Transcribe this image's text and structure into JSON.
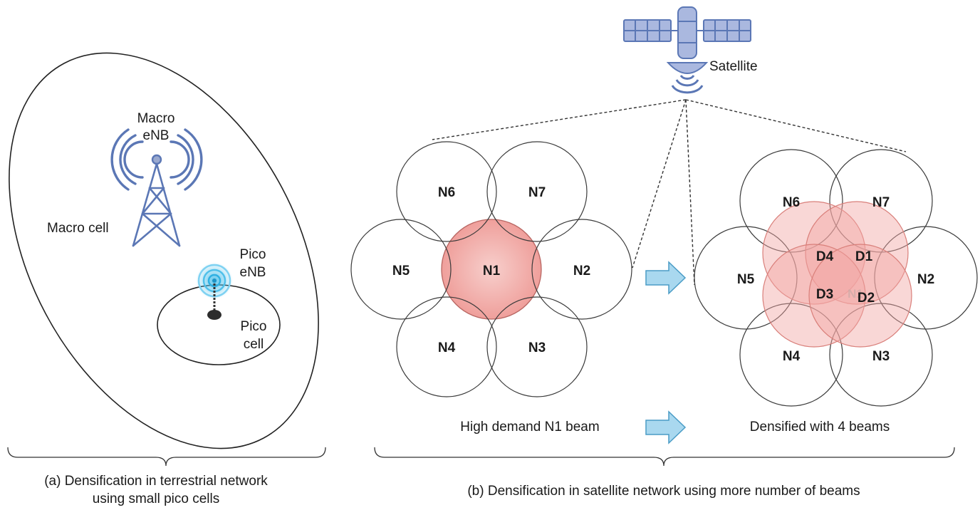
{
  "terrestrial": {
    "macro_enb_line1": "Macro",
    "macro_enb_line2": "eNB",
    "macro_cell": "Macro cell",
    "pico_enb_line1": "Pico",
    "pico_enb_line2": "eNB",
    "pico_cell_line1": "Pico",
    "pico_cell_line2": "cell",
    "caption_line1": "(a) Densification in terrestrial network",
    "caption_line2": "using small pico cells"
  },
  "satellite": {
    "satellite_label": "Satellite",
    "left_cluster": [
      "N1",
      "N2",
      "N3",
      "N4",
      "N5",
      "N6",
      "N7"
    ],
    "right_cluster": [
      "N2",
      "N3",
      "N4",
      "N5",
      "N6",
      "N7"
    ],
    "dense_beams": [
      "D1",
      "D2",
      "D3",
      "D4"
    ],
    "hidden_label": "N1",
    "left_caption": "High demand N1 beam",
    "right_caption": "Densified with 4 beams",
    "caption": "(b) Densification in satellite network using more number of beams"
  },
  "colors": {
    "highlight_fill": "#f2a7a3",
    "arrow_fill": "#a9d8ef",
    "arrow_stroke": "#4a9cc6",
    "tower_blue": "#5b77b5",
    "pico_glow": "#4fc0ea"
  },
  "icons": [
    "satellite-icon",
    "macro-tower-icon",
    "pico-enb-icon",
    "right-arrow-icon"
  ]
}
